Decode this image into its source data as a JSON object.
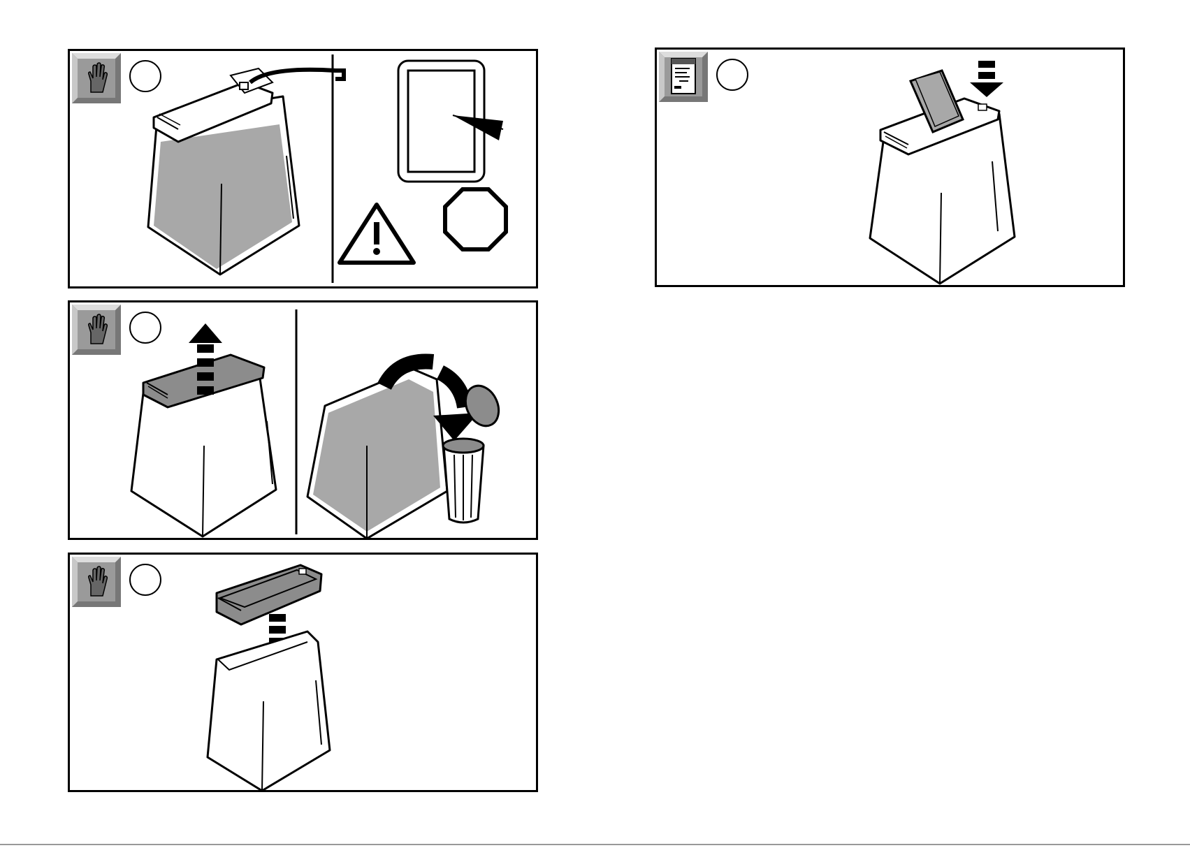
{
  "panels": [
    {
      "id": "empty-1",
      "icon": "glove-icon",
      "step_number": ""
    },
    {
      "id": "empty-2",
      "icon": "glove-icon",
      "step_number": ""
    },
    {
      "id": "empty-3",
      "icon": "glove-icon",
      "step_number": ""
    },
    {
      "id": "operate",
      "icon": "document-icon",
      "step_number": ""
    }
  ],
  "colors": {
    "line": "#000000",
    "fill_grey": "#a8a8a8",
    "head_grey": "#8c8c8c",
    "tile_bg": "#9a9a9a"
  }
}
